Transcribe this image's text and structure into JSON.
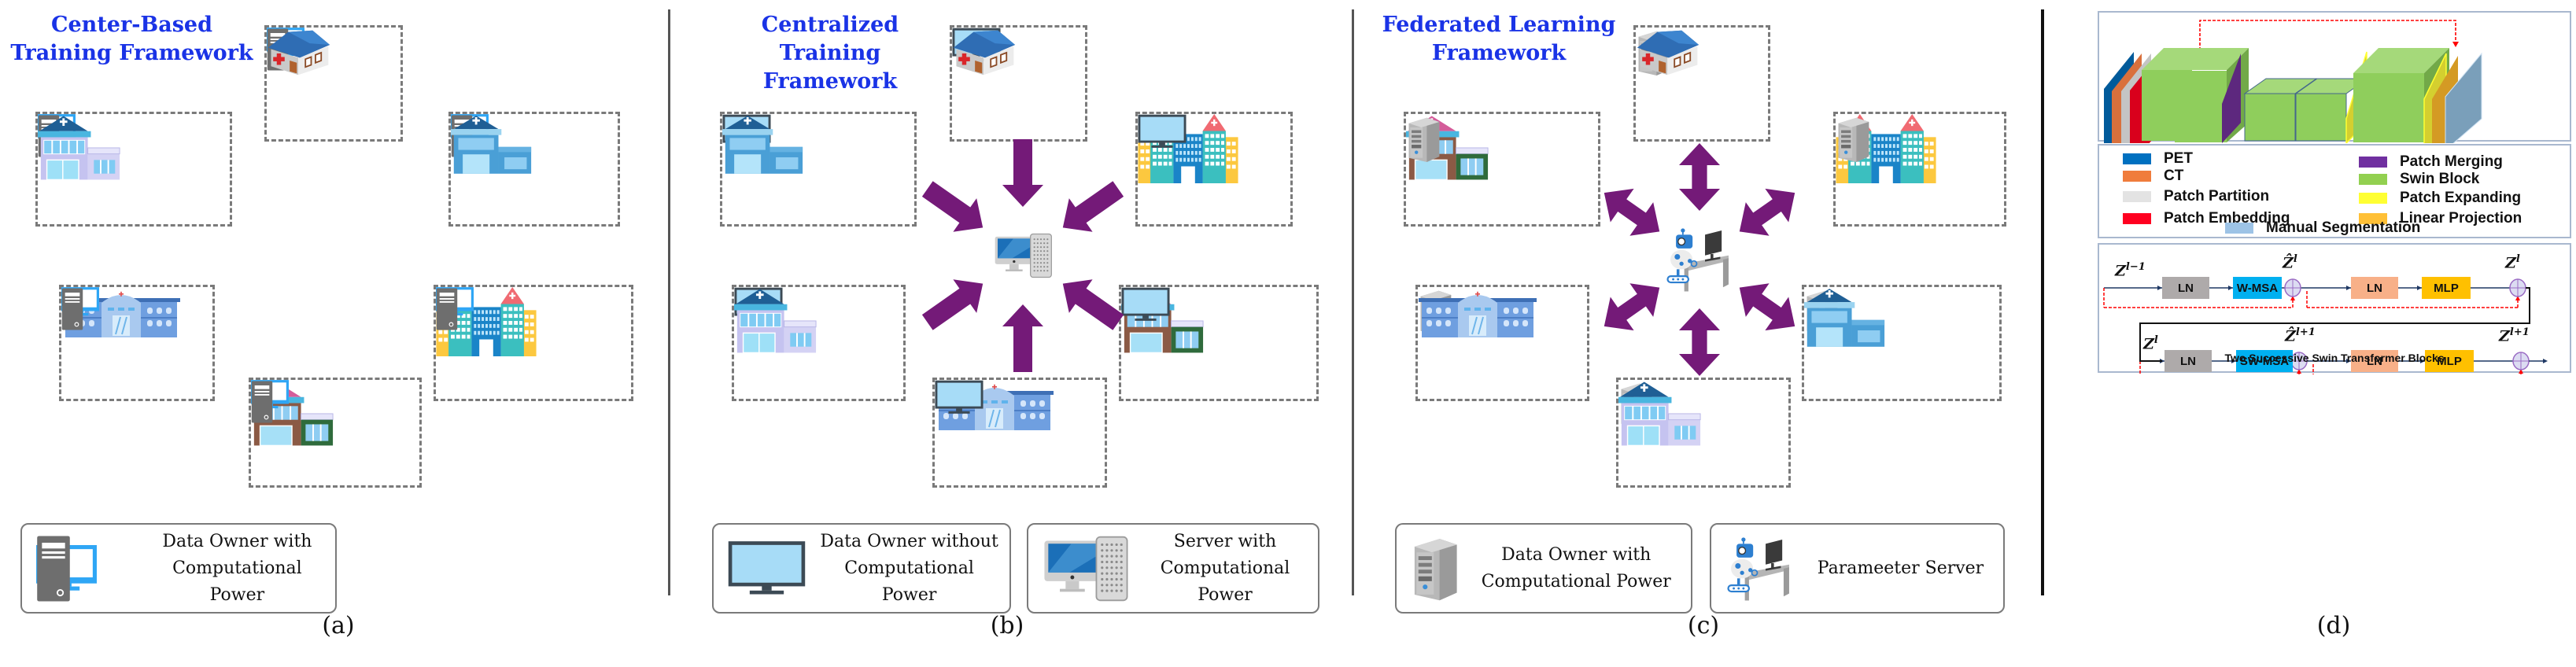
{
  "figure": {
    "panels": [
      {
        "id": "a",
        "title": "Center-Based\nTraining Framework",
        "caption": "(a)",
        "arrows": "none",
        "nodes": [
          {
            "building": "cottage-clinic",
            "devices": [
              "monitor-blue",
              "tower-dark"
            ],
            "order": "devices-first"
          },
          {
            "building": "lavender-clinic",
            "devices": [
              "monitor-blue",
              "tower-dark"
            ],
            "order": "devices-first"
          },
          {
            "building": "blue-clinic",
            "devices": [
              "monitor-blue",
              "tower-dark"
            ],
            "order": "devices-first"
          },
          {
            "building": "long-hospital",
            "devices": [
              "monitor-blue",
              "tower-dark"
            ],
            "order": "building-first"
          },
          {
            "building": "twin-tower-hospital",
            "devices": [
              "monitor-blue",
              "tower-dark"
            ],
            "order": "building-first"
          },
          {
            "building": "brown-clinic",
            "devices": [
              "monitor-blue",
              "tower-dark"
            ],
            "order": "building-first"
          }
        ],
        "legend": [
          {
            "icons": [
              "monitor-blue",
              "tower-dark"
            ],
            "text": "Data Owner with\nComputational Power"
          }
        ]
      },
      {
        "id": "b",
        "title": "Centralized\nTraining Framework",
        "caption": "(b)",
        "arrows": "inward",
        "center_icon": "workstation-server",
        "nodes": [
          {
            "building": "cottage-clinic",
            "devices": [
              "monitor-light"
            ],
            "order": "devices-first"
          },
          {
            "building": "blue-clinic",
            "devices": [
              "monitor-light"
            ],
            "order": "devices-first"
          },
          {
            "building": "twin-tower-hospital",
            "devices": [
              "monitor-light"
            ],
            "order": "building-first"
          },
          {
            "building": "lavender-clinic",
            "devices": [
              "monitor-light"
            ],
            "order": "devices-first"
          },
          {
            "building": "brown-clinic",
            "devices": [
              "monitor-light"
            ],
            "order": "building-first"
          },
          {
            "building": "long-hospital",
            "devices": [
              "monitor-light"
            ],
            "order": "building-first"
          }
        ],
        "legend": [
          {
            "icons": [
              "monitor-light"
            ],
            "text": "Data Owner without\nComputational Power"
          },
          {
            "icons": [
              "workstation-server"
            ],
            "text": "Server with\nComputational Power"
          }
        ]
      },
      {
        "id": "c",
        "title": "Federated Learning\nFramework",
        "caption": "(c)",
        "arrows": "bidirectional",
        "center_icon": "robot-parameter-server",
        "nodes": [
          {
            "building": "cottage-clinic",
            "devices": [
              "server-grey"
            ],
            "order": "devices-first"
          },
          {
            "building": "brown-clinic",
            "devices": [
              "server-grey"
            ],
            "order": "building-first"
          },
          {
            "building": "twin-tower-hospital",
            "devices": [
              "server-grey"
            ],
            "order": "building-first"
          },
          {
            "building": "long-hospital",
            "devices": [
              "server-grey"
            ],
            "order": "devices-first"
          },
          {
            "building": "blue-clinic",
            "devices": [
              "server-grey"
            ],
            "order": "devices-first"
          },
          {
            "building": "lavender-clinic",
            "devices": [
              "server-grey"
            ],
            "order": "devices-first"
          }
        ],
        "legend": [
          {
            "icons": [
              "server-grey"
            ],
            "text": "Data Owner with\nComputational Power"
          },
          {
            "icons": [
              "robot-parameter-server"
            ],
            "text": "Parameeter Server"
          }
        ]
      }
    ],
    "panel_d": {
      "caption": "(d)",
      "architecture": {
        "skip_connection": "dashed-red",
        "layers": [
          "PET",
          "CT",
          "Patch Partition",
          "Patch Embedding",
          "Swin Block",
          "Swin Block",
          "Patch Merging",
          "Swin Block",
          "Swin Block",
          "Patch Expanding",
          "Swin Block",
          "Patch Expanding",
          "Linear Projection",
          "Manual Segmentation"
        ]
      },
      "legend": [
        {
          "label": "PET",
          "color": "#0070c0"
        },
        {
          "label": "CT",
          "color": "#f07c3c"
        },
        {
          "label": "Patch Partition",
          "color": "#e3e3e3"
        },
        {
          "label": "Patch Embedding",
          "color": "#ff0020"
        },
        {
          "label": "Patch Merging",
          "color": "#7030a0"
        },
        {
          "label": "Swin Block",
          "color": "#92d050"
        },
        {
          "label": "Patch Expanding",
          "color": "#ffff33"
        },
        {
          "label": "Linear Projection",
          "color": "#ffc036"
        },
        {
          "label": "Manual Segmentation",
          "color": "#9dc3e6"
        }
      ],
      "swin": {
        "row1": {
          "input": {
            "base": "Z",
            "sup": "l−1"
          },
          "blocks": [
            {
              "label": "LN",
              "color": "#aeaaaa"
            },
            {
              "label": "W-MSA",
              "color": "#00b0f0"
            },
            {
              "label": "LN",
              "color": "#f8b088"
            },
            {
              "label": "MLP",
              "color": "#ffc000"
            }
          ],
          "mid_label": {
            "base": "Ẑ",
            "sup": "l"
          },
          "out_label": {
            "base": "Z",
            "sup": "l"
          }
        },
        "row2": {
          "input": {
            "base": "Z",
            "sup": "l"
          },
          "blocks": [
            {
              "label": "LN",
              "color": "#aeaaaa"
            },
            {
              "label": "SW-MSA",
              "color": "#00b0f0"
            },
            {
              "label": "LN",
              "color": "#f8b088"
            },
            {
              "label": "MLP",
              "color": "#ffc000"
            }
          ],
          "mid_label": {
            "base": "Ẑ",
            "sup": "l+1"
          },
          "out_label": {
            "base": "Z",
            "sup": "l+1"
          }
        },
        "caption": "Two Successive Swin Transformer Blocks"
      }
    },
    "colors": {
      "title": "#1a33e6",
      "arrow": "#741a78",
      "dashed_border": "#7a7a7a",
      "skip_line": "#ff0000",
      "flow_line": "#1f3864"
    }
  }
}
